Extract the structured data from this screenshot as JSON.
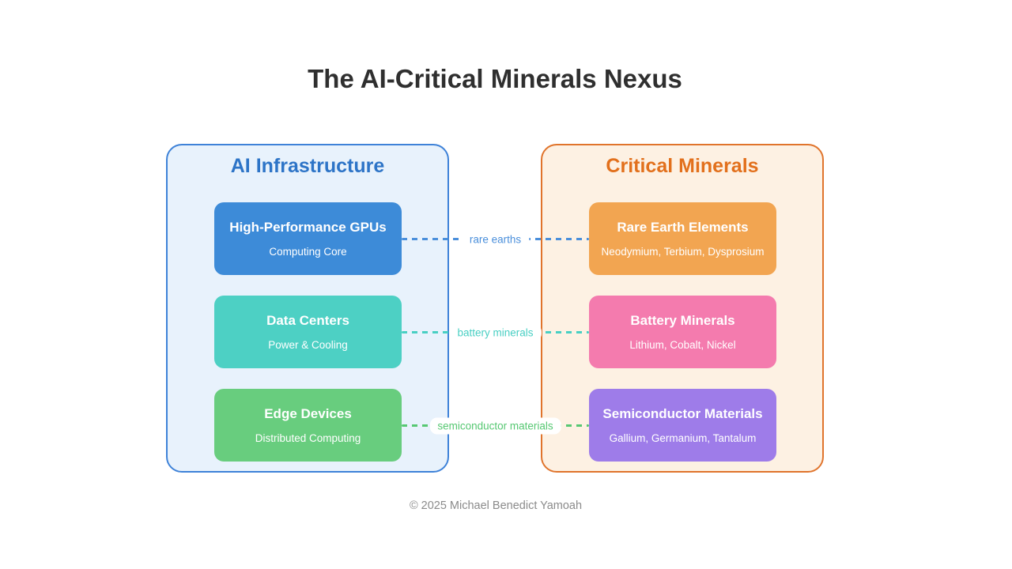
{
  "title": "The AI-Critical Minerals Nexus",
  "footer": "© 2025 Michael Benedict Yamoah",
  "panels": {
    "left": {
      "title": "AI Infrastructure",
      "title_color": "#2d74c7",
      "fill": "#e8f2fc",
      "border": "#3e82d8",
      "nodes": [
        {
          "title": "High-Performance GPUs",
          "subtitle": "Computing Core",
          "color": "#3d8bd8"
        },
        {
          "title": "Data Centers",
          "subtitle": "Power & Cooling",
          "color": "#4dd0c4"
        },
        {
          "title": "Edge Devices",
          "subtitle": "Distributed Computing",
          "color": "#68cd7e"
        }
      ]
    },
    "right": {
      "title": "Critical Minerals",
      "title_color": "#e2701c",
      "fill": "#fdf1e3",
      "border": "#e0742c",
      "nodes": [
        {
          "title": "Rare Earth Elements",
          "subtitle": "Neodymium, Terbium, Dysprosium",
          "color": "#f2a551"
        },
        {
          "title": "Battery Minerals",
          "subtitle": "Lithium, Cobalt, Nickel",
          "color": "#f47bae"
        },
        {
          "title": "Semiconductor Materials",
          "subtitle": "Gallium, Germanium, Tantalum",
          "color": "#9e7ce9"
        }
      ]
    }
  },
  "connections": [
    {
      "label": "rare earths",
      "color": "#4a8fdb"
    },
    {
      "label": "battery minerals",
      "color": "#48cfc3"
    },
    {
      "label": "semiconductor materials",
      "color": "#57c873"
    }
  ]
}
